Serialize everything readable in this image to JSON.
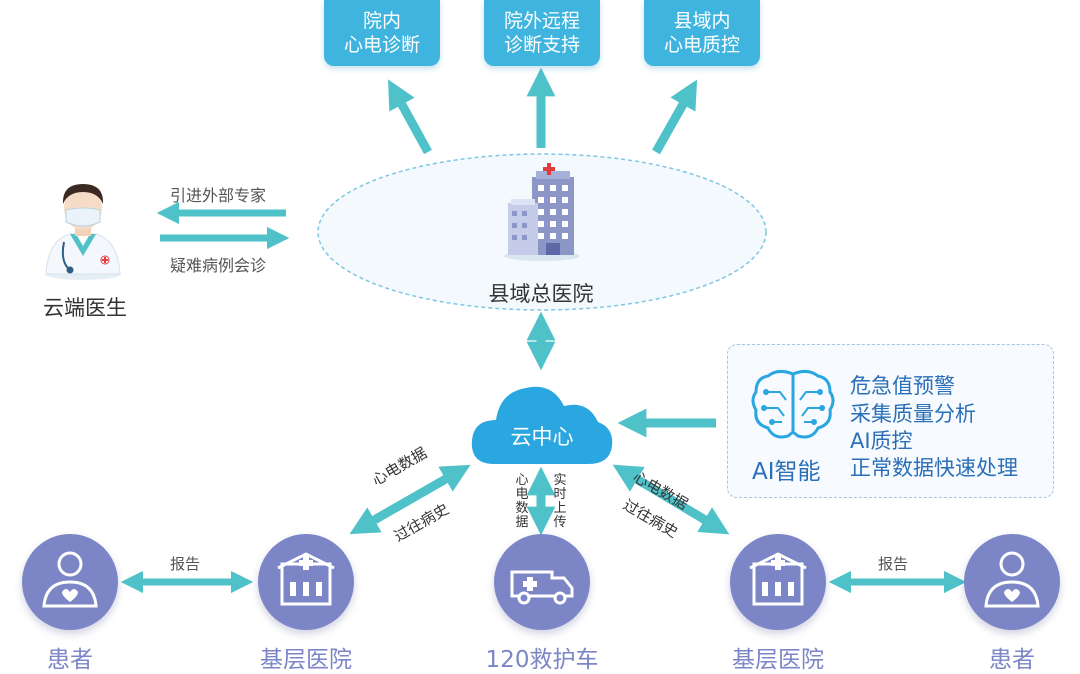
{
  "services": [
    {
      "line1": "院内",
      "line2": "心电诊断"
    },
    {
      "line1": "院外远程",
      "line2": "诊断支持"
    },
    {
      "line1": "县域内",
      "line2": "心电质控"
    }
  ],
  "hospital": {
    "label": "县域总医院"
  },
  "doctor": {
    "label": "云端医生",
    "arrow_left_label": "引进外部专家",
    "arrow_right_label": "疑难病例会诊"
  },
  "cloud": {
    "label": "云中心"
  },
  "ai": {
    "label": "AI智能",
    "items": [
      "危急值预警",
      "采集质量分析",
      "AI质控",
      "正常数据快速处理"
    ]
  },
  "links": {
    "left": {
      "line1": "心电数据",
      "line2": "过往病史"
    },
    "right": {
      "line1": "心电数据",
      "line2": "过往病史"
    },
    "ambulance_left": "心电数据",
    "ambulance_right": "实时上传",
    "report_left": "报告",
    "report_right": "报告"
  },
  "bottom": {
    "patient_left": "患者",
    "hospital_left": "基层医院",
    "ambulance": "120救护车",
    "hospital_right": "基层医院",
    "patient_right": "患者"
  },
  "colors": {
    "accent": "#4fc2c9",
    "box_blue": "#3fb4de",
    "purple": "#7c86c6",
    "cloud": "#2aa6e0",
    "ai_blue": "#2a6fb8"
  }
}
